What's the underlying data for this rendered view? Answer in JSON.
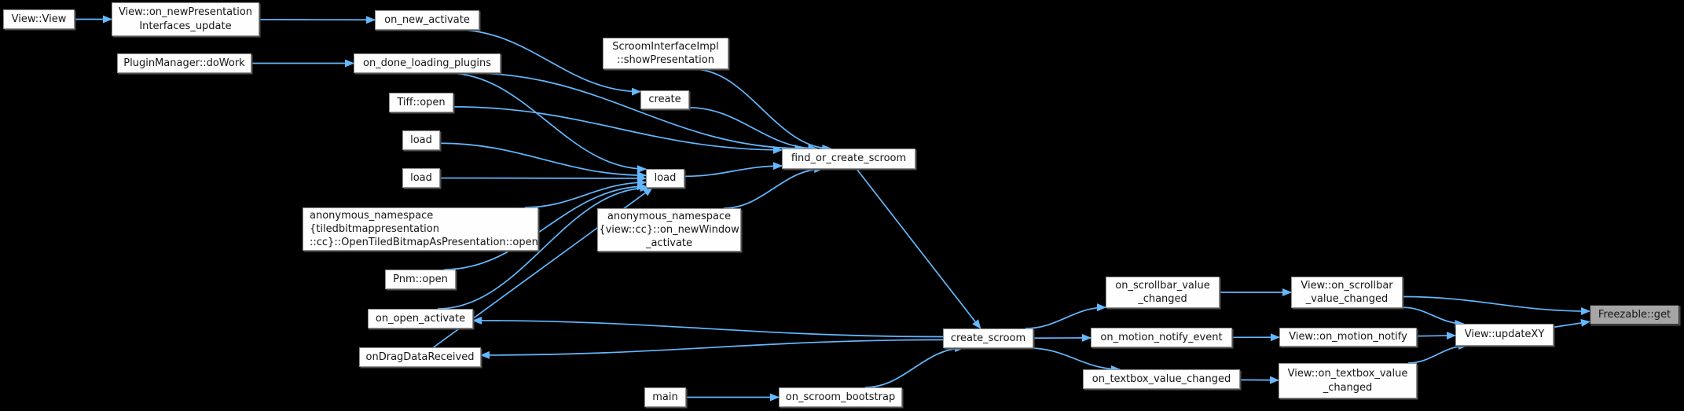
{
  "diagram": {
    "type": "call-graph",
    "root_node": "Freezable::get",
    "colors": {
      "background": "#000000",
      "edge": "#63b8ff",
      "node_fill": "#fefefe",
      "node_border": "#909090",
      "root_fill": "#a5a5a5",
      "root_border": "#2b2b2b",
      "text": "#161616"
    },
    "nodes": [
      {
        "id": "view_view",
        "label": "View::View"
      },
      {
        "id": "v_onnewpi",
        "label": "View::on_newPresentation\nInterfaces_update"
      },
      {
        "id": "pm_dowork",
        "label": "PluginManager::doWork"
      },
      {
        "id": "on_new_activate",
        "label": "on_new_activate"
      },
      {
        "id": "on_done_loading_plugins",
        "label": "on_done_loading_plugins"
      },
      {
        "id": "tiff_open",
        "label": "Tiff::open"
      },
      {
        "id": "load1",
        "label": "load"
      },
      {
        "id": "load2",
        "label": "load"
      },
      {
        "id": "otb_open",
        "label": "anonymous_namespace\n{tiledbitmappresentation\n::cc}::OpenTiledBitmapAsPresentation::open"
      },
      {
        "id": "pnm_open",
        "label": "Pnm::open"
      },
      {
        "id": "on_open_activate",
        "label": "on_open_activate"
      },
      {
        "id": "ondrag",
        "label": "onDragDataReceived"
      },
      {
        "id": "main",
        "label": "main"
      },
      {
        "id": "scroom_iface",
        "label": "ScroomInterfaceImpl\n::showPresentation"
      },
      {
        "id": "create",
        "label": "create"
      },
      {
        "id": "load_c",
        "label": "load"
      },
      {
        "id": "on_newwindow",
        "label": "anonymous_namespace\n{view::cc}::on_newWindow\n_activate"
      },
      {
        "id": "find_or_create_scroom",
        "label": "find_or_create_scroom"
      },
      {
        "id": "on_scroom_bootstrap",
        "label": "on_scroom_bootstrap"
      },
      {
        "id": "create_scroom",
        "label": "create_scroom"
      },
      {
        "id": "on_scrollbar_vc",
        "label": "on_scrollbar_value\n_changed"
      },
      {
        "id": "on_motion_ne",
        "label": "on_motion_notify_event"
      },
      {
        "id": "on_textbox_vc",
        "label": "on_textbox_value_changed"
      },
      {
        "id": "view_on_scrollbar_vc",
        "label": "View::on_scrollbar\n_value_changed"
      },
      {
        "id": "view_on_motion_notify",
        "label": "View::on_motion_notify"
      },
      {
        "id": "view_on_textbox_vc",
        "label": "View::on_textbox_value\n_changed"
      },
      {
        "id": "view_updatexy",
        "label": "View::updateXY"
      },
      {
        "id": "freezable_get",
        "label": "Freezable::get",
        "root": true
      }
    ],
    "edges": [
      {
        "from": "view_view",
        "to": "v_onnewpi"
      },
      {
        "from": "v_onnewpi",
        "to": "on_new_activate"
      },
      {
        "from": "pm_dowork",
        "to": "on_done_loading_plugins"
      },
      {
        "from": "on_new_activate",
        "to": "create"
      },
      {
        "from": "on_done_loading_plugins",
        "to": "load_c"
      },
      {
        "from": "on_done_loading_plugins",
        "to": "find_or_create_scroom"
      },
      {
        "from": "tiff_open",
        "to": "find_or_create_scroom"
      },
      {
        "from": "load1",
        "to": "load_c"
      },
      {
        "from": "load2",
        "to": "load_c"
      },
      {
        "from": "otb_open",
        "to": "load_c"
      },
      {
        "from": "pnm_open",
        "to": "load_c"
      },
      {
        "from": "on_open_activate",
        "to": "load_c"
      },
      {
        "from": "ondrag",
        "to": "load_c"
      },
      {
        "from": "scroom_iface",
        "to": "find_or_create_scroom"
      },
      {
        "from": "create",
        "to": "find_or_create_scroom"
      },
      {
        "from": "load_c",
        "to": "find_or_create_scroom"
      },
      {
        "from": "on_newwindow",
        "to": "find_or_create_scroom"
      },
      {
        "from": "find_or_create_scroom",
        "to": "create_scroom"
      },
      {
        "from": "main",
        "to": "on_scroom_bootstrap"
      },
      {
        "from": "on_scroom_bootstrap",
        "to": "create_scroom"
      },
      {
        "from": "create_scroom",
        "to": "on_open_activate"
      },
      {
        "from": "create_scroom",
        "to": "ondrag"
      },
      {
        "from": "create_scroom",
        "to": "on_scrollbar_vc"
      },
      {
        "from": "create_scroom",
        "to": "on_motion_ne"
      },
      {
        "from": "create_scroom",
        "to": "on_textbox_vc"
      },
      {
        "from": "on_scrollbar_vc",
        "to": "view_on_scrollbar_vc"
      },
      {
        "from": "on_motion_ne",
        "to": "view_on_motion_notify"
      },
      {
        "from": "on_textbox_vc",
        "to": "view_on_textbox_vc"
      },
      {
        "from": "view_on_scrollbar_vc",
        "to": "view_updatexy"
      },
      {
        "from": "view_on_scrollbar_vc",
        "to": "freezable_get"
      },
      {
        "from": "view_on_motion_notify",
        "to": "view_updatexy"
      },
      {
        "from": "view_on_textbox_vc",
        "to": "view_updatexy"
      },
      {
        "from": "view_updatexy",
        "to": "freezable_get"
      }
    ]
  }
}
